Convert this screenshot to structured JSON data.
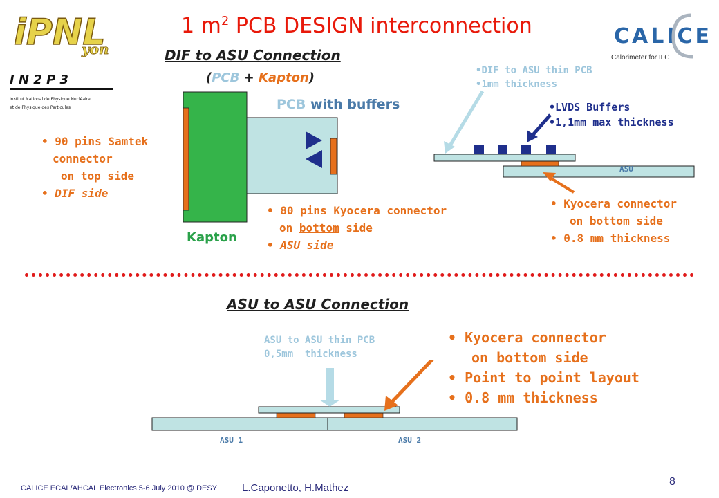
{
  "title": {
    "main": "1 m",
    "sup": "2",
    "rest": " PCB DESIGN interconnection"
  },
  "logos": {
    "ipnl": "iPNL",
    "ipnl_sub": "yon",
    "in2p3": "I N 2 P 3",
    "in2p3_line1": "Institut National de Physique Nucléaire",
    "in2p3_line2": "et de Physique des Particules",
    "calice": "CALICE",
    "calice_tag": "Calorimeter for ILC"
  },
  "dif_asu": {
    "heading": "DIF to ASU Connection",
    "sub_open": "(",
    "sub_pcb": "PCB",
    "sub_plus": " + ",
    "sub_kapton": "Kapton",
    "sub_close": ")",
    "pcb_buffers_a": "PCB",
    "pcb_buffers_b": " with buffers",
    "kapton_label": "Kapton",
    "left_bullets": [
      "90 pins Samtek",
      "connector",
      "on top side",
      "DIF side"
    ],
    "bottom_bullets": [
      "80 pins Kyocera connector",
      "on bottom side",
      "ASU side"
    ]
  },
  "dif_asu_right": {
    "thin_pcb": [
      "DIF to ASU thin PCB",
      "1mm thickness"
    ],
    "lvds": [
      "LVDS Buffers",
      "1,1mm max thickness"
    ],
    "asu_label": "ASU",
    "kyocera": [
      "Kyocera connector",
      "on bottom side",
      "0.8 mm thickness"
    ]
  },
  "asu_asu": {
    "heading": "ASU to ASU Connection",
    "thin_pcb": [
      "ASU to ASU thin PCB",
      "0,5mm  thickness"
    ],
    "bullets": [
      "Kyocera connector",
      "on bottom side",
      "Point to point layout",
      "0.8 mm thickness"
    ],
    "asu1": "ASU 1",
    "asu2": "ASU 2"
  },
  "footer": {
    "conf": "CALICE ECAL/AHCAL Electronics 5-6 July 2010 @ DESY",
    "authors": "L.Caponetto, H.Mathez",
    "page": "8"
  },
  "colors": {
    "title_red": "#e8190a",
    "orange": "#e6701c",
    "pcb_light": "#bfe3e3",
    "kapton_green": "#35b44a",
    "navy": "#1f2f8c",
    "arrow_light": "#b5dbe6",
    "divider_red": "#e01a1a"
  }
}
